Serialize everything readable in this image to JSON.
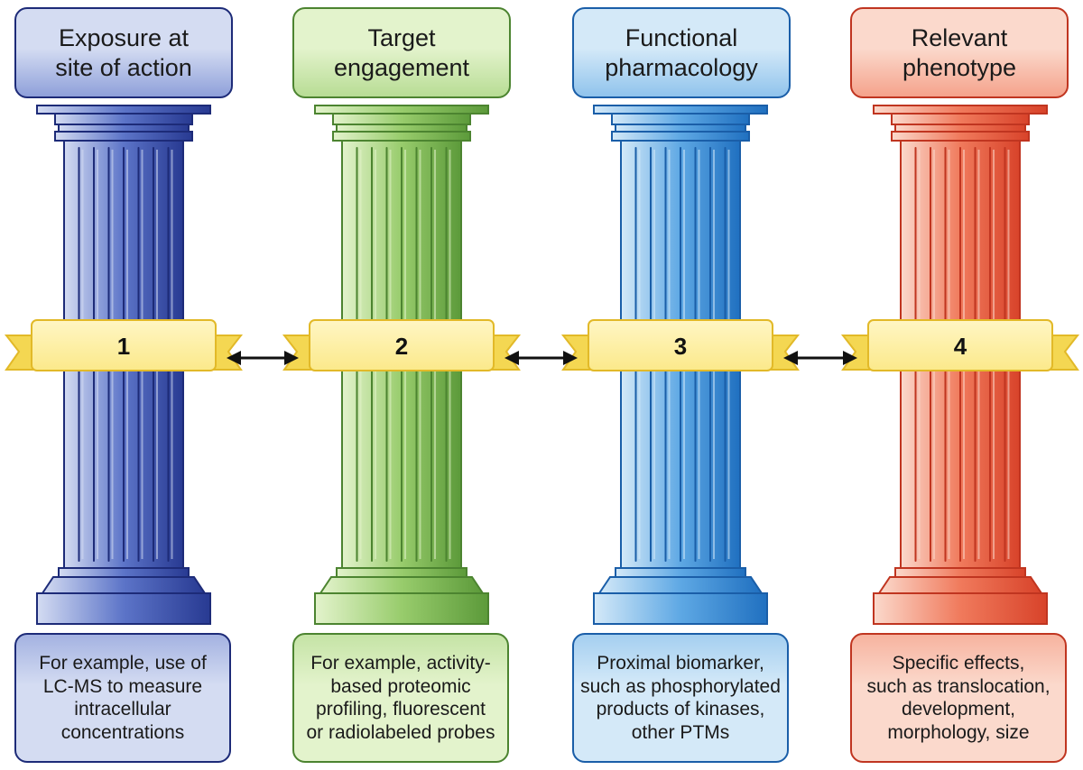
{
  "pillars": [
    {
      "number": "1",
      "title": "Exposure at\nsite of action",
      "description": "For example, use of\nLC-MS to measure\nintracellular\nconcentrations",
      "colors": {
        "light": "#d4dcf2",
        "mid": "#5c74c8",
        "dark": "#283a92",
        "edge": "#1d2b78"
      }
    },
    {
      "number": "2",
      "title": "Target\nengagement",
      "description": "For example, activity-\nbased proteomic\nprofiling, fluorescent\nor radiolabeled probes",
      "colors": {
        "light": "#e3f3cc",
        "mid": "#98cc6c",
        "dark": "#5c9a3a",
        "edge": "#4c8430"
      }
    },
    {
      "number": "3",
      "title": "Functional\npharmacology",
      "description": "Proximal biomarker,\nsuch as phosphorylated\nproducts of kinases,\nother PTMs",
      "colors": {
        "light": "#d4e9f8",
        "mid": "#5ea8e4",
        "dark": "#2070c0",
        "edge": "#1a5ea8"
      }
    },
    {
      "number": "4",
      "title": "Relevant\nphenotype",
      "description": "Specific effects,\nsuch as translocation,\ndevelopment,\nmorphology, size",
      "colors": {
        "light": "#fbd9cc",
        "mid": "#f07a5c",
        "dark": "#d8432a",
        "edge": "#c03520"
      }
    }
  ],
  "ribbon_colors": {
    "fill": "#fbe98a",
    "light": "#fff6c4",
    "edge": "#e2b928",
    "tail": "#f4d752"
  },
  "arrow_color": "#111111"
}
